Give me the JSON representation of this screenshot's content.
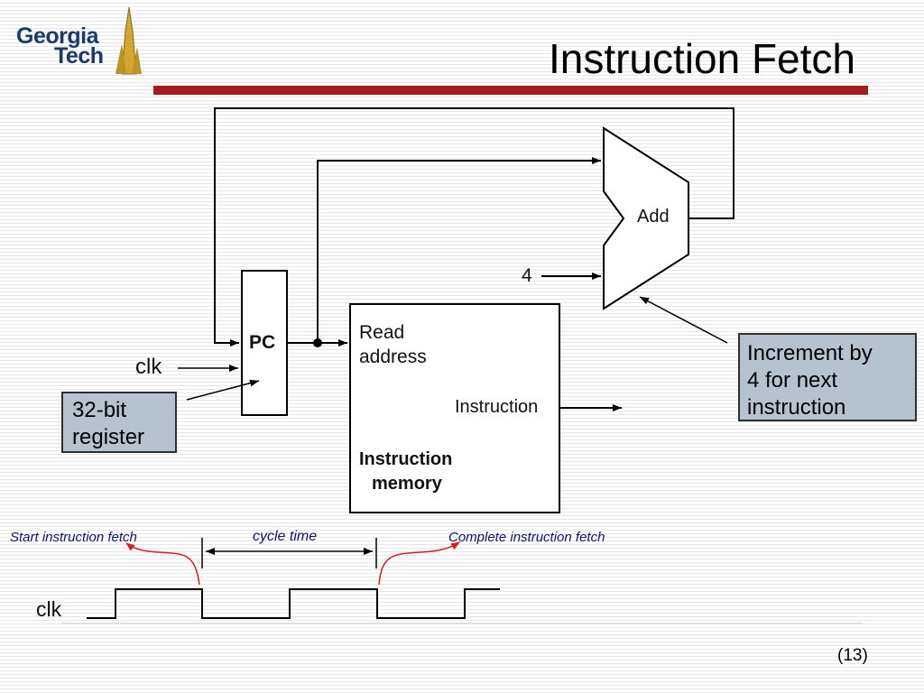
{
  "slide": {
    "title": "Instruction Fetch",
    "page_number": "(13)"
  },
  "logo": {
    "line1": "Georgia",
    "line2": "Tech"
  },
  "diagram": {
    "pc_label": "PC",
    "read_address_line1": "Read",
    "read_address_line2": "address",
    "instruction_output_label": "Instruction",
    "instruction_memory_line1": "Instruction",
    "instruction_memory_line2": "memory",
    "adder_label": "Add",
    "constant_four": "4",
    "clock_input_label": "clk"
  },
  "callouts": {
    "increment_line1": "Increment by",
    "increment_line2": "4 for next",
    "increment_line3": "instruction",
    "register_line1": "32-bit",
    "register_line2": "register"
  },
  "timing": {
    "start_label": "Start instruction fetch",
    "cycle_label": "cycle time",
    "complete_label": "Complete instruction fetch",
    "clk_label": "clk"
  },
  "colors": {
    "title_bar": "#a11d21",
    "callout_fill": "#b7c2cf",
    "timing_text": "#10107a",
    "timing_arrow": "#d62020"
  }
}
